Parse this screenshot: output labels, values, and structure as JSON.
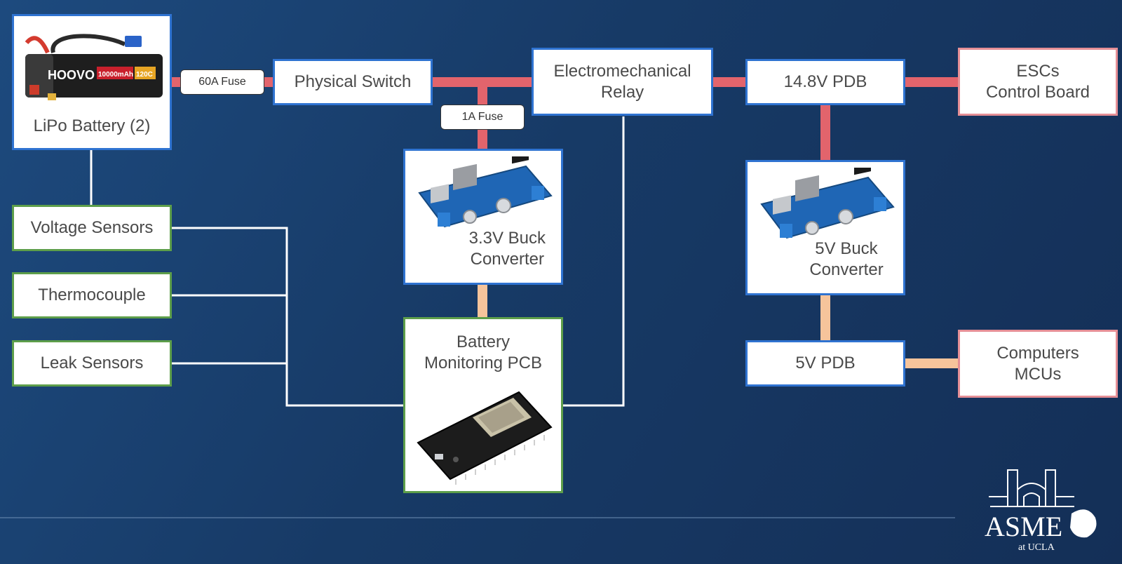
{
  "colors": {
    "main_power": "#e2646c",
    "low_power": "#f6c49b",
    "signal": "#ffffff",
    "border_blue": "#2f73d1",
    "border_green": "#5d9e4a",
    "border_pink": "#e58f96"
  },
  "battery": {
    "label": "LiPo Battery (2)",
    "brand": "HOOVO",
    "capacity": "10000mAh",
    "rating": "120C"
  },
  "fuses": {
    "main": "60A Fuse",
    "aux": "1A Fuse"
  },
  "switch": {
    "label": "Physical Switch"
  },
  "relay": {
    "label": "Electromechanical\nRelay"
  },
  "pdb14": {
    "label": "14.8V PDB"
  },
  "escs": {
    "label": "ESCs\nControl Board"
  },
  "buck33": {
    "label": "3.3V Buck\nConverter"
  },
  "buck5": {
    "label": "5V Buck\nConverter"
  },
  "pdb5": {
    "label": "5V PDB"
  },
  "computers": {
    "label": "Computers\nMCUs"
  },
  "sensors": {
    "voltage": "Voltage Sensors",
    "thermo": "Thermocouple",
    "leak": "Leak Sensors"
  },
  "bms": {
    "label": "Battery\nMonitoring PCB"
  },
  "logo": {
    "name": "ASME",
    "sub": "at UCLA"
  }
}
